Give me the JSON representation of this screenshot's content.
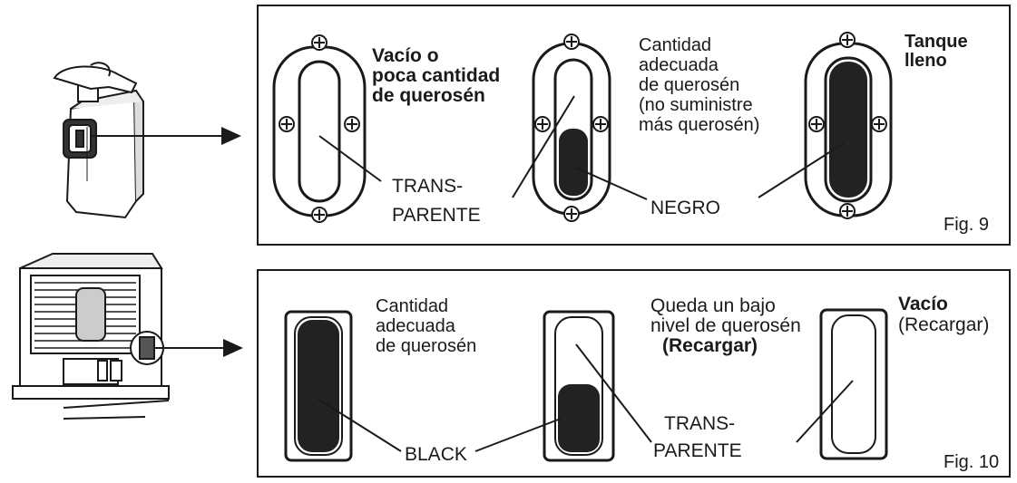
{
  "fig9": {
    "caption": "Fig. 9",
    "gauge_empty_label": [
      "Vacío o",
      "poca cantidad",
      "de querosén"
    ],
    "gauge_adequate_label": [
      "Cantidad",
      "adecuada",
      "de querosén",
      "(no suministre",
      "más querosén)"
    ],
    "gauge_full_label": [
      "Tanque",
      "lleno"
    ],
    "transparent_callout": [
      "TRANS-",
      "PARENTE"
    ],
    "black_callout": "NEGRO",
    "fill_levels": {
      "empty": 0,
      "adequate": 0.5,
      "full": 1
    }
  },
  "fig10": {
    "caption": "Fig. 10",
    "gauge_adequate_label": [
      "Cantidad",
      "adecuada",
      "de querosén"
    ],
    "gauge_low_label_lines": [
      "Queda un bajo",
      "nivel de querosén"
    ],
    "gauge_low_recharge": "(Recargar)",
    "gauge_empty_title": "Vacío",
    "gauge_empty_recharge": "(Recargar)",
    "black_callout": "BLACK",
    "transparent_callout": [
      "TRANS-",
      "PARENTE"
    ],
    "fill_levels": {
      "adequate": 1,
      "low": 0.5,
      "empty": 0
    }
  },
  "colors": {
    "ink": "#1a1a1a",
    "liquid": "#222222",
    "paper": "#ffffff"
  }
}
